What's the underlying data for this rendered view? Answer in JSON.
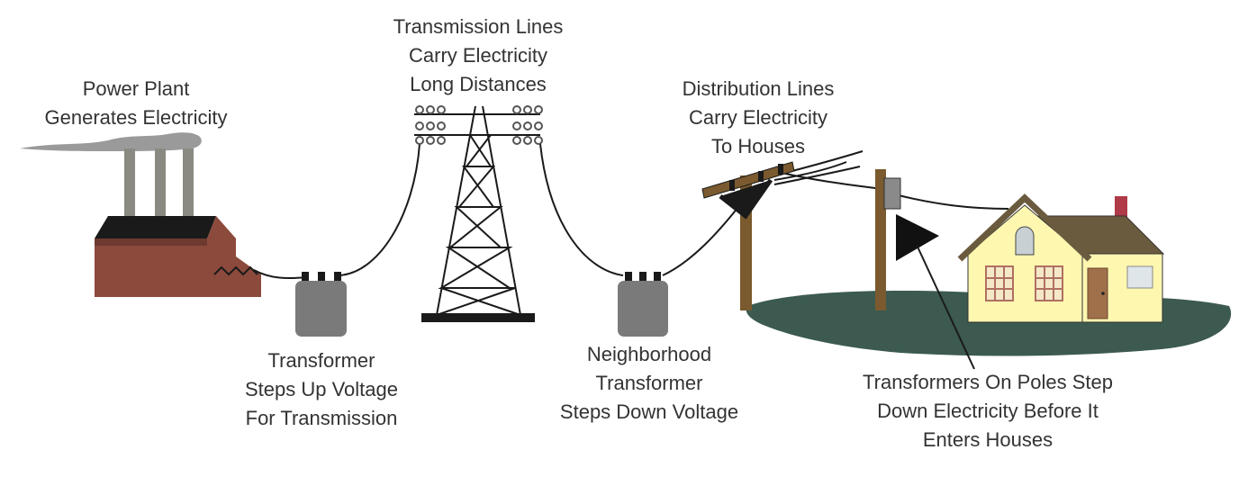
{
  "labels": {
    "power_plant": [
      "Power Plant",
      "Generates Electricity"
    ],
    "transmission_lines": [
      "Transmission Lines",
      "Carry Electricity",
      "Long Distances"
    ],
    "distribution_lines": [
      "Distribution Lines",
      "Carry Electricity",
      "To Houses"
    ],
    "step_up_transformer": [
      "Transformer",
      "Steps Up Voltage",
      "For Transmission"
    ],
    "neighborhood_transformer": [
      "Neighborhood",
      "Transformer",
      "Steps Down Voltage"
    ],
    "pole_transformers": [
      "Transformers On Poles Step",
      "Down Electricity Before It",
      "Enters Houses"
    ]
  },
  "colors": {
    "smoke": "#9a9a9a",
    "brick": "#8b4a3c",
    "roof_dark": "#1a1a1a",
    "transformer": "#7a7a7a",
    "pole_wood": "#7a5a2e",
    "ground": "#3c5a50",
    "house_wall": "#fdf7b0",
    "house_roof": "#6b5b3e",
    "chimney": "#b03a48",
    "door": "#a0704a",
    "text": "#333333"
  }
}
